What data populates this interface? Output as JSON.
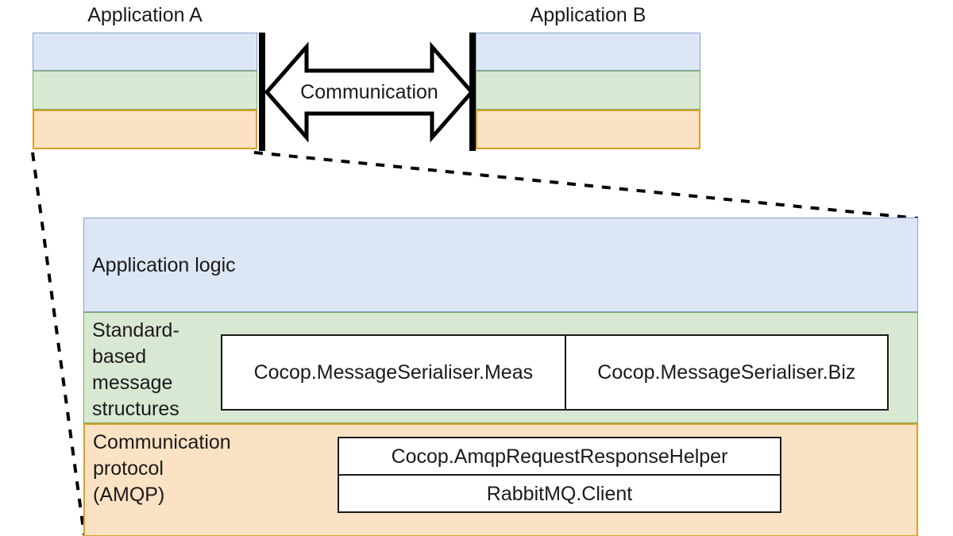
{
  "diagram": {
    "title_a": "Application A",
    "title_b": "Application B",
    "communication_label": "Communication"
  },
  "applications": {
    "app_a": {
      "title": "Application A",
      "layers": [
        {
          "name": "application-logic",
          "color": "#dce6f5"
        },
        {
          "name": "message-structures",
          "color": "#d9e8d3"
        },
        {
          "name": "communication-protocol",
          "color": "#fce2c4"
        }
      ]
    },
    "app_b": {
      "title": "Application B",
      "layers": [
        {
          "name": "application-logic",
          "color": "#dce6f5"
        },
        {
          "name": "message-structures",
          "color": "#d9e8d3"
        },
        {
          "name": "communication-protocol",
          "color": "#fce2c4"
        }
      ]
    }
  },
  "detail": {
    "layers": [
      {
        "caption": "Application logic",
        "color": "#dce6f5",
        "border": "#8ba4cd",
        "components": []
      },
      {
        "caption": "Standard-\nbased\nmessage\nstructures",
        "color": "#d9e8d3",
        "border": "#7aa96a",
        "components": [
          "Cocop.MessageSerialiser.Meas",
          "Cocop.MessageSerialiser.Biz"
        ]
      },
      {
        "caption": "Communication\nprotocol\n(AMQP)",
        "color": "#fce2c4",
        "border": "#d9a028",
        "components": [
          "Cocop.AmqpRequestResponseHelper",
          "RabbitMQ.Client"
        ]
      }
    ],
    "serialiser_left": "Cocop.MessageSerialiser.Meas",
    "serialiser_right": "Cocop.MessageSerialiser.Biz",
    "amqp_top": "Cocop.AmqpRequestResponseHelper",
    "amqp_bottom": "RabbitMQ.Client"
  },
  "colors": {
    "layer_app_fill": "#dce6f5",
    "layer_app_stroke": "#8ba4cd",
    "layer_msg_fill": "#d9e8d3",
    "layer_msg_stroke": "#7aa96a",
    "layer_proto_fill": "#fce2c4",
    "layer_proto_stroke": "#d9a028",
    "line": "#000000",
    "text": "#1a1a1a"
  }
}
